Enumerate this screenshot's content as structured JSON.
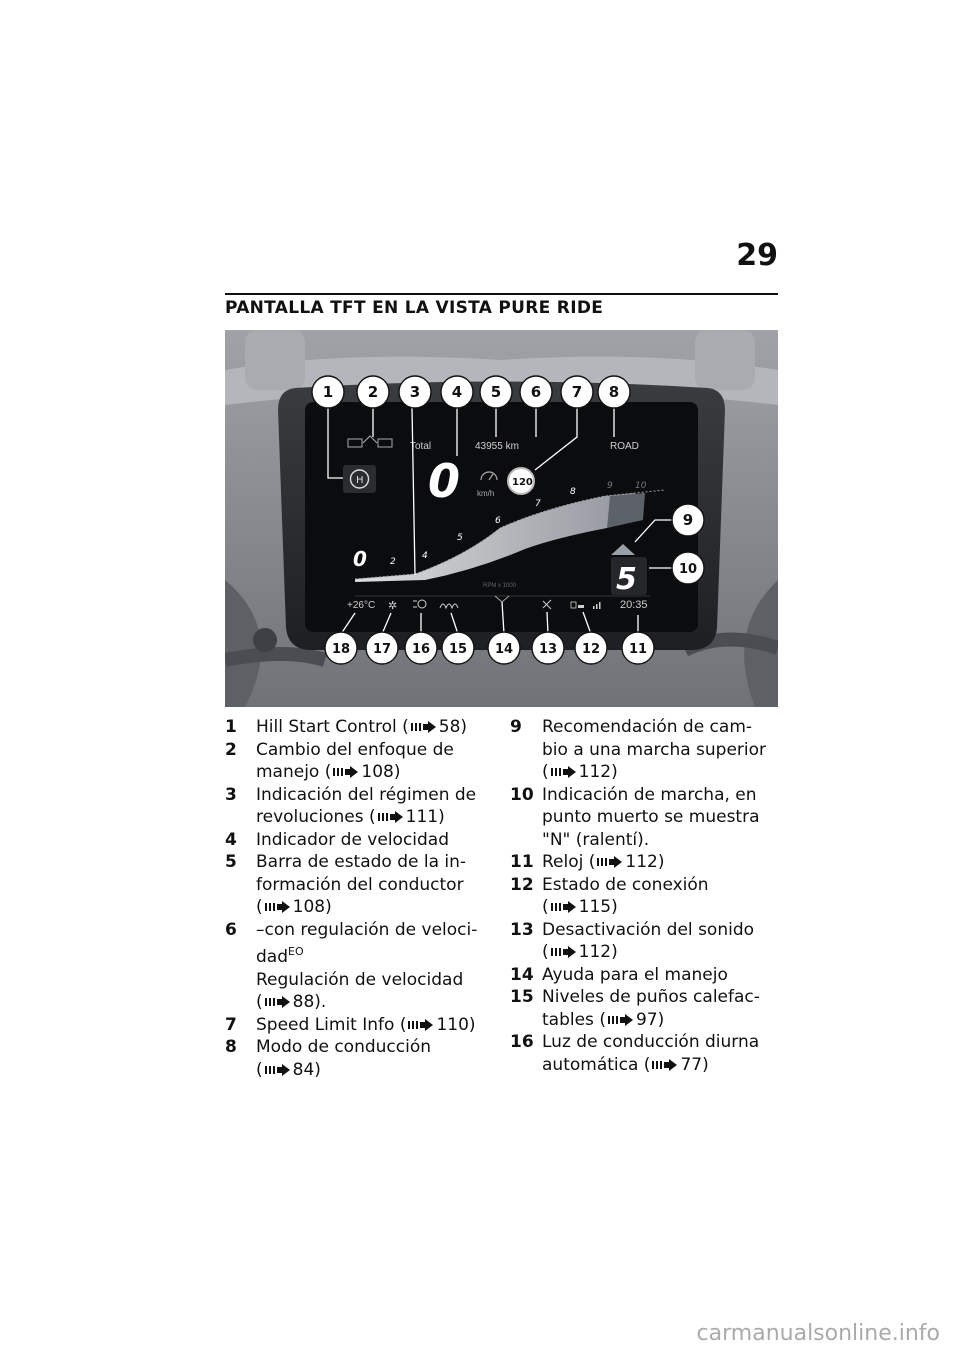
{
  "page": {
    "number": "29",
    "section_title": "PANTALLA TFT EN LA VISTA PURE RIDE"
  },
  "display": {
    "odometer_label": "Total",
    "odometer_value": "43955 km",
    "ride_mode": "ROAD",
    "speed_value": "0",
    "speed_unit": "km/h",
    "speed_limit": "120",
    "gear": "5",
    "rpm_label": "RPM x 1000",
    "rpm_ticks": [
      "2",
      "4",
      "5",
      "6",
      "7",
      "8",
      "9",
      "10"
    ],
    "temperature": "+26°C",
    "clock": "20:35",
    "callouts": [
      "1",
      "2",
      "3",
      "4",
      "5",
      "6",
      "7",
      "8",
      "9",
      "10",
      "11",
      "12",
      "13",
      "14",
      "15",
      "16",
      "17",
      "18"
    ]
  },
  "legend_left": [
    {
      "num": "1",
      "lines": [
        "Hill Start Control"
      ],
      "ref": "58)"
    },
    {
      "num": "2",
      "lines": [
        "Cambio del enfoque de",
        "manejo"
      ],
      "ref": "108)"
    },
    {
      "num": "3",
      "lines": [
        "Indicación del régimen de",
        "revoluciones"
      ],
      "ref": "111)"
    },
    {
      "num": "4",
      "lines": [
        "Indicador de velocidad"
      ],
      "ref": ""
    },
    {
      "num": "5",
      "lines": [
        "Barra de estado de la in-",
        "formación del conductor",
        ""
      ],
      "ref": "108)"
    },
    {
      "num": "6",
      "lines": [
        "–con regulación de veloci-",
        "dad"
      ],
      "sup": "EO",
      "lines2": [
        "Regulación de velocidad",
        ""
      ],
      "ref": "88)."
    },
    {
      "num": "7",
      "lines": [
        "Speed Limit Info"
      ],
      "ref": "110)"
    },
    {
      "num": "8",
      "lines": [
        "Modo de conducción",
        ""
      ],
      "ref": "84)"
    }
  ],
  "legend_right": [
    {
      "num": "9",
      "lines": [
        "Recomendación de cam-",
        "bio a una marcha superior",
        ""
      ],
      "ref": "112)"
    },
    {
      "num": "10",
      "lines": [
        "Indicación de marcha, en",
        "punto muerto se muestra",
        "\"N\" (ralentí)."
      ],
      "ref": ""
    },
    {
      "num": "11",
      "lines": [
        "Reloj"
      ],
      "ref": "112)"
    },
    {
      "num": "12",
      "lines": [
        "Estado de conexión",
        ""
      ],
      "ref": "115)"
    },
    {
      "num": "13",
      "lines": [
        "Desactivación del sonido",
        ""
      ],
      "ref": "112)"
    },
    {
      "num": "14",
      "lines": [
        "Ayuda para el manejo"
      ],
      "ref": ""
    },
    {
      "num": "15",
      "lines": [
        "Niveles de puños calefac-",
        "tables"
      ],
      "ref": "97)"
    },
    {
      "num": "16",
      "lines": [
        "Luz de conducción diurna",
        "automática"
      ],
      "ref": "77)"
    }
  ],
  "watermark": "carmanualsonline.info",
  "colors": {
    "photo_bg": "#8a8e93",
    "screen": "#0b0c0e",
    "callout": "#ffffff",
    "text": "#111111"
  }
}
